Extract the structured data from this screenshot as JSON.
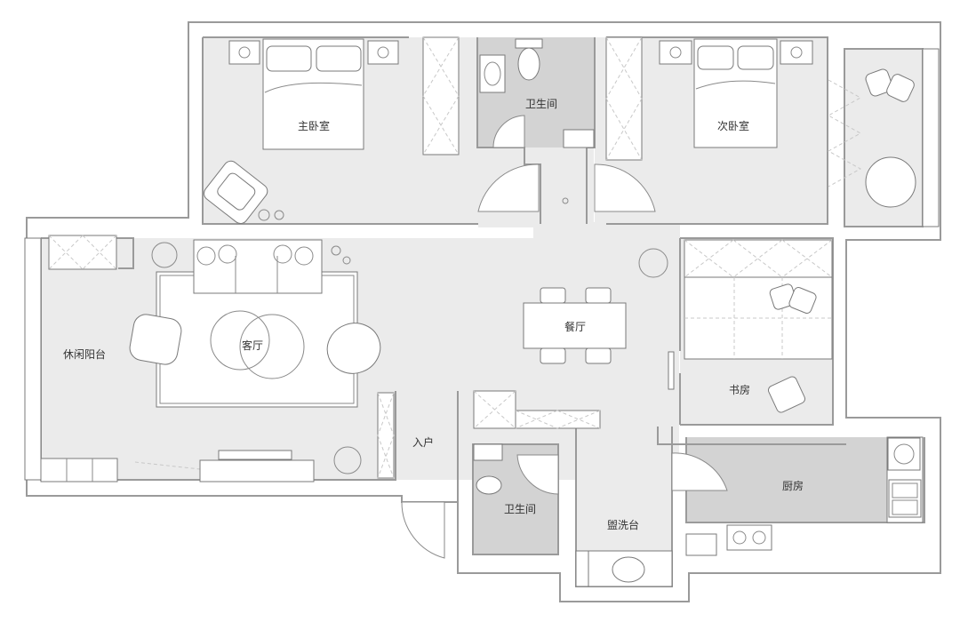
{
  "colors": {
    "floor": "#ebebeb",
    "wet_floor": "#d3d3d3",
    "wall": "#9a9a9a",
    "background": "#ffffff"
  },
  "rooms": {
    "master_bedroom": "主卧室",
    "second_bedroom": "次卧室",
    "bathroom_top": "卫生间",
    "dining_room": "餐厅",
    "living_room": "客厅",
    "leisure_balcony": "休闲阳台",
    "entrance": "入户",
    "study": "书房",
    "bathroom_bottom": "卫生间",
    "washroom": "盥洗台",
    "kitchen": "厨房"
  }
}
